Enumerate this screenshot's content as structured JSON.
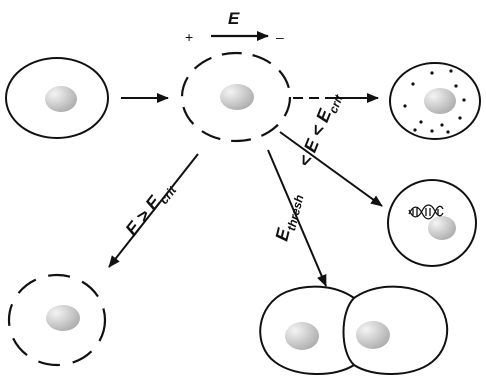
{
  "field": {
    "symbol": "E",
    "positive": "+",
    "negative": "–"
  },
  "labels": {
    "above_crit": {
      "main": "E > E",
      "sub": "crit"
    },
    "range": {
      "prefix": "< E < E",
      "sub": "crit"
    },
    "thresh": {
      "main": "E",
      "sub": "thresh"
    }
  },
  "colors": {
    "stroke": "#111111",
    "nucleus_light": "#f2f2f2",
    "nucleus_dark": "#a8a8a8",
    "background": "#ffffff"
  }
}
